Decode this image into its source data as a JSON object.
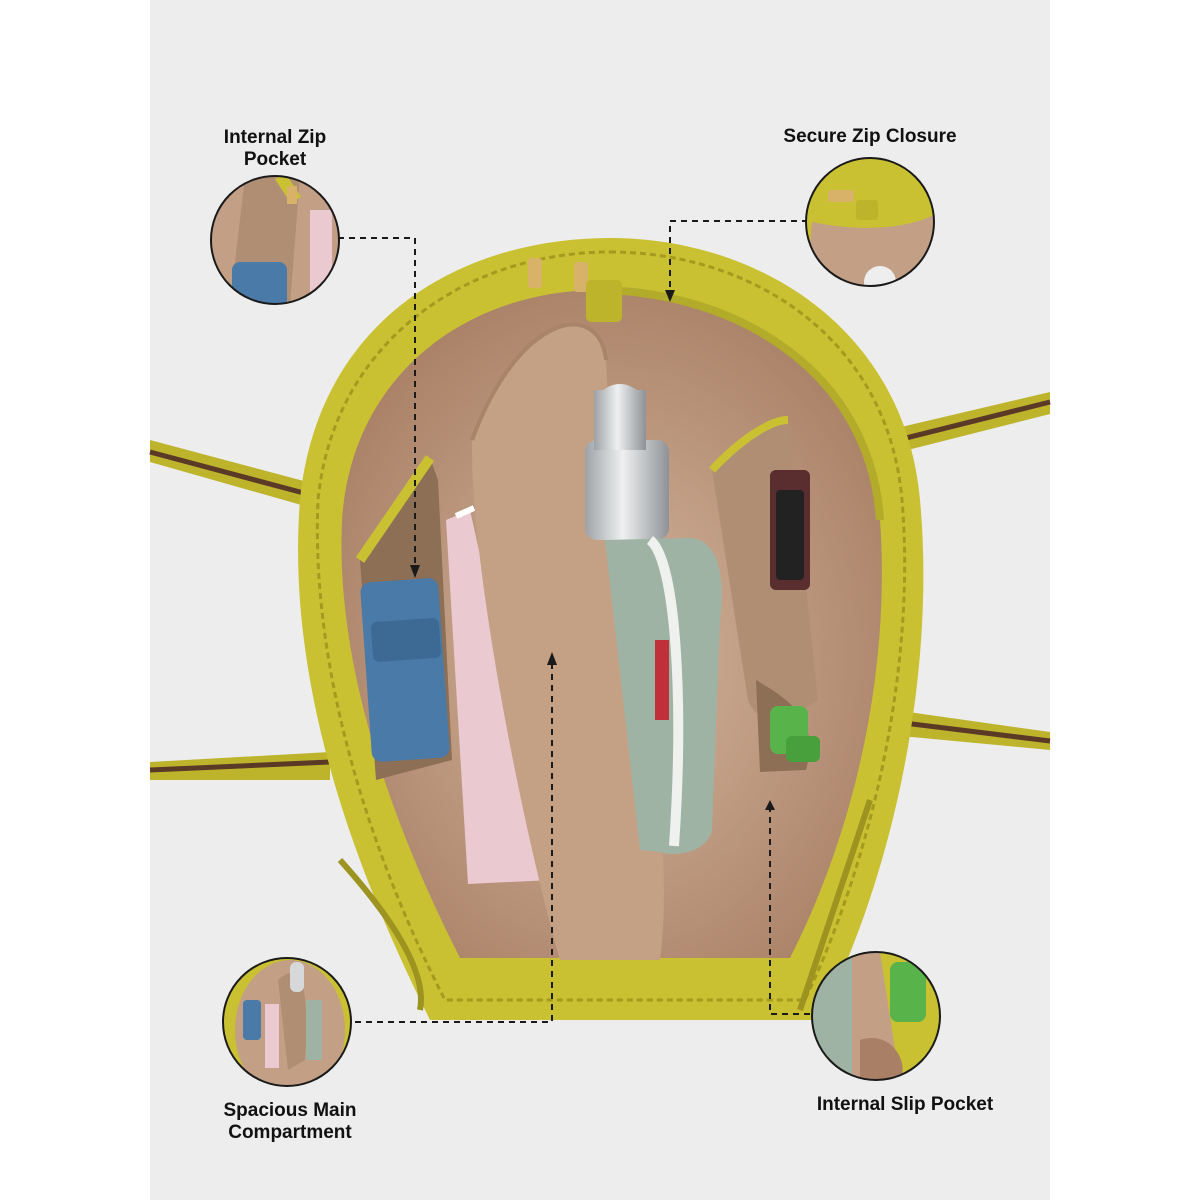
{
  "callouts": {
    "internal_zip_pocket": "Internal Zip\nPocket",
    "secure_zip_closure": "Secure Zip Closure",
    "spacious_main_compartment": "Spacious Main\nCompartment",
    "internal_slip_pocket": "Internal Slip Pocket"
  },
  "colors": {
    "background": "#ededed",
    "bag_leather": "#c9c132",
    "lining": "#c29f85",
    "wallet": "#4a7aa8",
    "pouch": "#9fb3a4",
    "bottle": "#cfd2d4",
    "notebook": "#eac9d1",
    "green_accessory": "#58b44a",
    "callout_line": "#1a1a1a"
  },
  "icons": [
    "product-photo-tote-bag-interior"
  ]
}
